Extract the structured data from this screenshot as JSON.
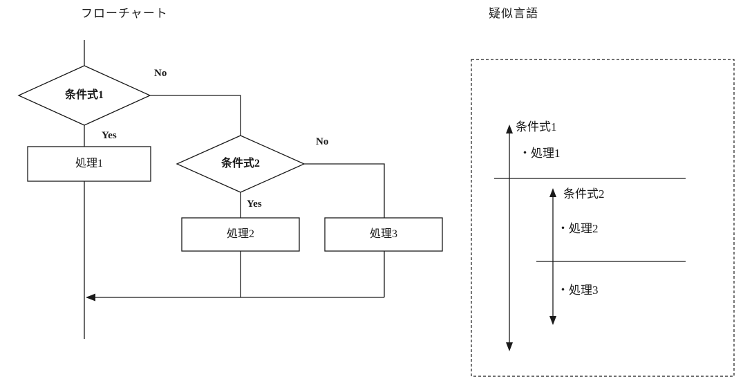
{
  "colors": {
    "line": "#1a1a1a",
    "background": "#ffffff"
  },
  "flowchart": {
    "title": "フローチャート",
    "decision1": {
      "label": "条件式1",
      "no": "No",
      "yes": "Yes"
    },
    "decision2": {
      "label": "条件式2",
      "no": "No",
      "yes": "Yes"
    },
    "process1": "処理1",
    "process2": "処理2",
    "process3": "処理3"
  },
  "pseudo": {
    "title": "疑似言語",
    "condition1": "条件式1",
    "process1": "・処理1",
    "condition2": "条件式2",
    "process2": "・処理2",
    "process3": "・処理3"
  }
}
